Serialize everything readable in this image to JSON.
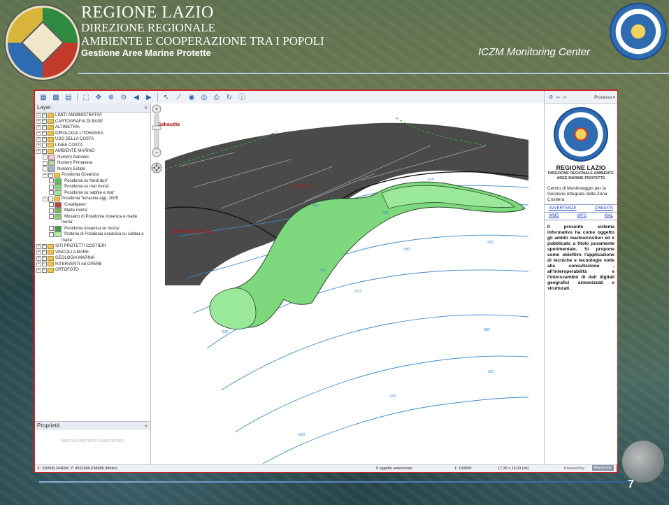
{
  "header": {
    "line1": "REGIONE LAZIO",
    "line2": "DIREZIONE REGIONALE",
    "line3": "AMBIENTE E COOPERAZIONE TRA I POPOLI",
    "line4": "Gestione Aree Marine Protette",
    "center_label": "ICZM Monitoring Center"
  },
  "layer_panel": {
    "title": "Layer",
    "collapse_glyph": "«",
    "layers": [
      {
        "label": "LIMITI AMMINISTRATIVI",
        "level": 0,
        "type": "folder",
        "checked": true
      },
      {
        "label": "CARTOGRAFIA DI BASE",
        "level": 0,
        "type": "folder",
        "checked": true
      },
      {
        "label": "ALTIMETRIA",
        "level": 0,
        "type": "folder",
        "checked": true
      },
      {
        "label": "IDROLOGIA LITORANEA",
        "level": 0,
        "type": "folder",
        "checked": true
      },
      {
        "label": "USO DELLA COSTA",
        "level": 0,
        "type": "folder",
        "checked": true
      },
      {
        "label": "LINEE COSTA",
        "level": 0,
        "type": "folder",
        "checked": false
      },
      {
        "label": "AMBIENTE MARINO",
        "level": 0,
        "type": "folder",
        "checked": true
      },
      {
        "label": "Nursery Autunno",
        "level": 1,
        "type": "swatch",
        "color": "#f7c8d4",
        "checked": false
      },
      {
        "label": "Nursery Primavera",
        "level": 1,
        "type": "swatch",
        "color": "#b8d8a0",
        "checked": false
      },
      {
        "label": "Nursery Estate",
        "level": 1,
        "type": "swatch",
        "color": "#a0b8c8",
        "checked": false
      },
      {
        "label": "Posidonia Oceanica",
        "level": 1,
        "type": "group",
        "checked": true
      },
      {
        "label": "'Posidonia su fondi duri'",
        "level": 2,
        "type": "swatch",
        "color": "#58c058",
        "checked": false
      },
      {
        "label": "'Posidonia su mat morta'",
        "level": 2,
        "type": "swatch",
        "color": "#7ed87e",
        "checked": false
      },
      {
        "label": "'Posidonia su sabbie e mat'",
        "level": 2,
        "type": "swatch",
        "color": "#9ae89a",
        "checked": false
      },
      {
        "label": "Posidonia Terracina agg. 2005",
        "level": 1,
        "type": "group",
        "checked": false
      },
      {
        "label": "'Coralligeno'",
        "level": 2,
        "type": "swatch",
        "color": "#c04040",
        "checked": false
      },
      {
        "label": "'Matte morta'",
        "level": 2,
        "type": "swatch",
        "color": "#7ab060",
        "checked": false
      },
      {
        "label": "'Mosaico di Posidonia oceanica e matte",
        "level": 2,
        "type": "swatch",
        "color": "#8ed070",
        "checked": false
      },
      {
        "label": "morta'",
        "level": 2,
        "type": "cont",
        "checked": false
      },
      {
        "label": "'Posidonia oceanica su roccia'",
        "level": 2,
        "type": "swatch",
        "color": "#48a048",
        "checked": false
      },
      {
        "label": "'Prateria di Posidonia oceanica su sabbia o",
        "level": 2,
        "type": "swatch",
        "color": "#b0f0a0",
        "checked": false
      },
      {
        "label": "matte'",
        "level": 2,
        "type": "cont",
        "checked": false
      },
      {
        "label": "SITI PROTETTI COSTIERI",
        "level": 0,
        "type": "folder",
        "checked": true
      },
      {
        "label": "VINCOLI A MARE",
        "level": 0,
        "type": "folder",
        "checked": true
      },
      {
        "label": "GEOLOGIA MARINA",
        "level": 0,
        "type": "folder",
        "checked": true
      },
      {
        "label": "INTERVENTI ed OPERE",
        "level": 0,
        "type": "folder",
        "checked": true
      },
      {
        "label": "ORTOFOTO",
        "level": 0,
        "type": "folder",
        "checked": true
      }
    ]
  },
  "properties_panel": {
    "title": "Proprietà",
    "collapse_glyph": "«",
    "empty_text": "Nessun elemento selezionato"
  },
  "map": {
    "labels": [
      {
        "text": "Sabaudia"
      },
      {
        "text": "San Felice Circeo"
      },
      {
        "text": "Torre Paola"
      }
    ],
    "contours": [
      "-010",
      "-010",
      "-030",
      "-050",
      "-050",
      "-070",
      "-050",
      "-090",
      "-100",
      "-100",
      "-030",
      "-050"
    ]
  },
  "right_panel": {
    "process_label": "Processo",
    "title": "REGIONE LAZIO",
    "sub": "DIREZIONE REGIONALE AMBIENTE AREE MARINE PROTETTE",
    "center": "Centro di Monitoraggio per la Gestione Integrata della Zona Costiera",
    "links": {
      "avvertenze": "AVVERTENZE",
      "credits": "CREDITS",
      "wms": "WMS",
      "wfs": "WFS",
      "kml": "KML"
    },
    "description": "Il presente sistema informativo ha come oggetto gli ambiti marino/costieri ed è pubblicato a titolo puramente sperimentale. Si propone come obiettivo l'applicazione di tecniche e tecnologie volte alla consultazione , all'interoperabilità e l'interscambio di dati digitali geografici armonizzati e strutturati."
  },
  "status": {
    "coords": "X: 339908,244608, Y: 4552686,538686 (Meter)",
    "selected": "0 oggetto selezionato",
    "scale": "1: 100000",
    "size": "17,36 x 16,03 (mi)",
    "powered": "Powered by",
    "mapguide": "MapGuide"
  },
  "slide": {
    "page_number": "7"
  }
}
